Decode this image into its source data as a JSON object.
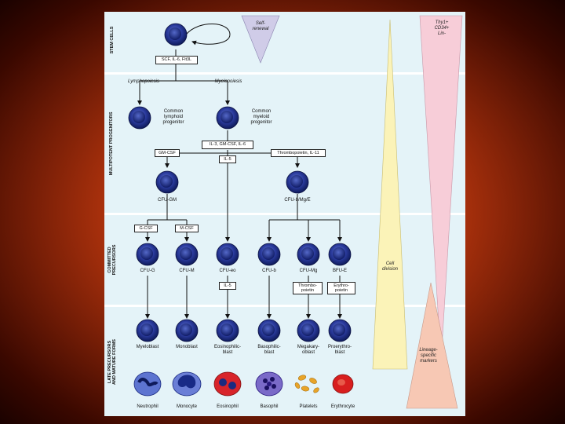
{
  "stages": {
    "stem": "STEM CELLS",
    "multipotent": "MULTIPOTENT PROGENITORS",
    "committed": "COMMITTED\nPRECURSORS",
    "late": "LATE PRECURSORS\nAND MATURE FORMS"
  },
  "notes": {
    "self_renewal": "Self-\nrenewal",
    "markers_top": "Thy1+\nCD34+\nLin-",
    "cell_division": "Cell\ndivision",
    "lineage_markers": "Lineage-\nspecific\nmarkers"
  },
  "pathways": {
    "lymphopoiesis": "Lymphopoiesis",
    "myelopoiesis": "Myelopoiesis"
  },
  "progenitors": {
    "lymphoid": "Common\nlymphoid\nprogenitor",
    "myeloid": "Common\nmyeloid\nprogenitor",
    "cfu_gm": "CFU-GM",
    "cfu_bmge": "CFU-b/Mg/E"
  },
  "factors": {
    "stem": "SCF, IL-6, Flt3L",
    "myeloid": "IL-3, GM-CSF, IL-6",
    "gm_csf": "GM-CSF",
    "il5_top": "IL-5",
    "thrombo_il11": "Thrombopoietin, IL-11",
    "g_csf": "G-CSF",
    "m_csf": "M-CSF",
    "il5_low": "IL-5",
    "thrombopoietin": "Thrombo-\npoietin",
    "erythropoietin": "Erythro-\npoietin"
  },
  "committed": [
    "CFU-G",
    "CFU-M",
    "CFU-eo",
    "CFU-b",
    "CFU-Mg",
    "BFU-E"
  ],
  "precursors": [
    "Myeloblast",
    "Monoblast",
    "Eosinophilic-\nblast",
    "Basophilic-\nblast",
    "Megakary-\noblast",
    "Proerythro-\nblast"
  ],
  "mature": [
    "Neutrophil",
    "Monocyte",
    "Eosinophil",
    "Basophil",
    "Platelets",
    "Erythrocyte"
  ],
  "colors": {
    "background": "#b8380f",
    "cell": "#2a3a9c",
    "band": "#e4f3f8",
    "eosinophil": "#d8242a",
    "erythrocyte": "#d81e1e",
    "platelet": "#e8a428",
    "triangle_top": "#f7cdd8",
    "triangle_mid": "#fbf3b8",
    "triangle_bottom": "#f7c8b4",
    "triangle_stem": "#d0cce8"
  }
}
